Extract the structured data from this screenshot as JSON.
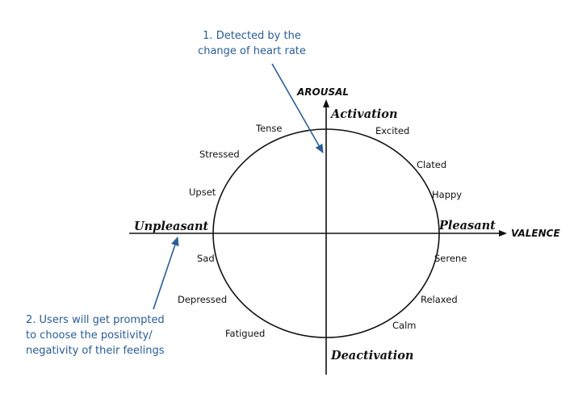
{
  "annotations": {
    "heart_rate": [
      "1. Detected by the",
      "change of heart rate"
    ],
    "prompt": [
      "2. Users will get prompted",
      "to choose the positivity/",
      "negativity of their feelings"
    ]
  },
  "axes": {
    "vertical": "AROUSAL",
    "horizontal": "VALENCE"
  },
  "poles": {
    "top": "Activation",
    "bottom": "Deactivation",
    "left": "Unpleasant",
    "right": "Pleasant"
  },
  "emotions": {
    "tense": "Tense",
    "stressed": "Stressed",
    "upset": "Upset",
    "sad": "Sad",
    "depressed": "Depressed",
    "fatigued": "Fatigued",
    "excited": "Excited",
    "clated": "Clated",
    "happy": "Happy",
    "serene": "Serene",
    "relaxed": "Relaxed",
    "calm": "Calm"
  },
  "colors": {
    "annotation": "#2a5d96",
    "lines": "#111111"
  }
}
